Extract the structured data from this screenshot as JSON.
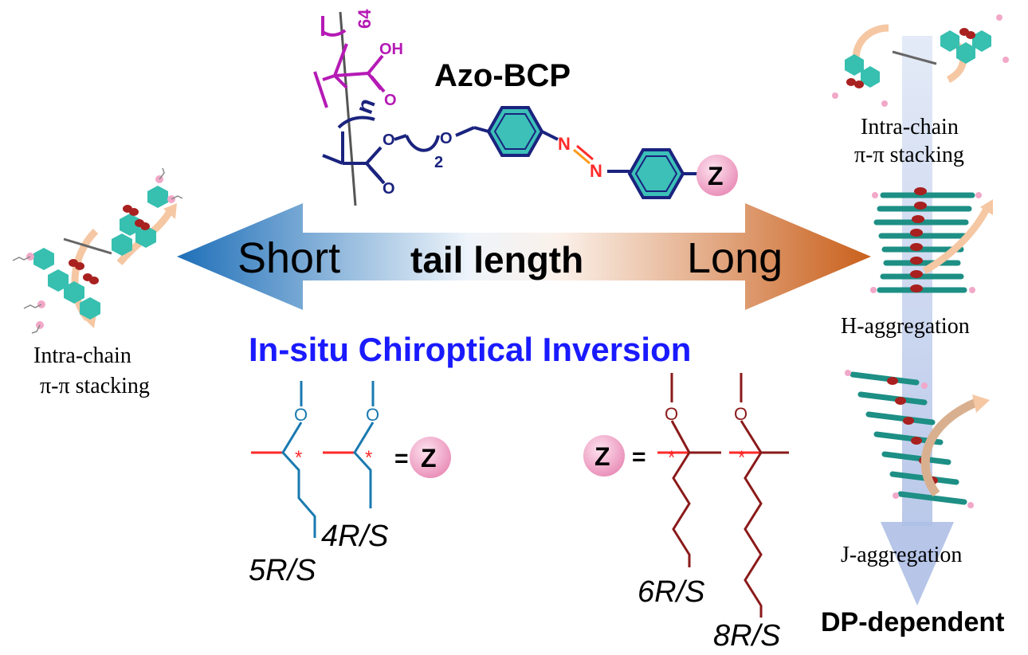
{
  "title": "Azo-BCP",
  "polymer": {
    "dp_subscript": "64",
    "oh_label": "OH",
    "o_label": "O",
    "n_label": "n",
    "ester_o1": "O",
    "ester_o2": "O",
    "spacer_sub": "2",
    "ether_o": "O",
    "azo_n1": "N",
    "azo_n2": "N",
    "z_label": "Z"
  },
  "arrow": {
    "short_label": "Short",
    "middle_label": "tail length",
    "long_label": "Long",
    "color_left": "#1e6fb8",
    "color_right": "#c9601c"
  },
  "inversion_label": "In-situ Chiroptical Inversion",
  "left_panel": {
    "line1": "Intra-chain",
    "line2": "π-π stacking"
  },
  "right_panel": {
    "top_line1": "Intra-chain",
    "top_line2": "π-π stacking",
    "h_agg": "H-aggregation",
    "j_agg": "J-aggregation",
    "bottom": "DP-dependent"
  },
  "left_tails": {
    "z_label": "Z",
    "equals": "=",
    "o1": "O",
    "o2": "O",
    "star": "*",
    "label_5": "5R/S",
    "label_4": "4R/S",
    "color": "#1a7ab0"
  },
  "right_tails": {
    "z_label": "Z",
    "equals": "=",
    "o1": "O",
    "o2": "O",
    "star": "*",
    "label_6": "6R/S",
    "label_8": "8R/S",
    "color": "#8b1a1a"
  },
  "colors": {
    "title_blue": "#1a1aff",
    "polymer_magenta": "#b51ab5",
    "polymer_navy": "#1a237e",
    "azo_red": "#ff2a2a",
    "ring_fill": "#3cc0b8",
    "z_fill": "#f2a8c8"
  }
}
